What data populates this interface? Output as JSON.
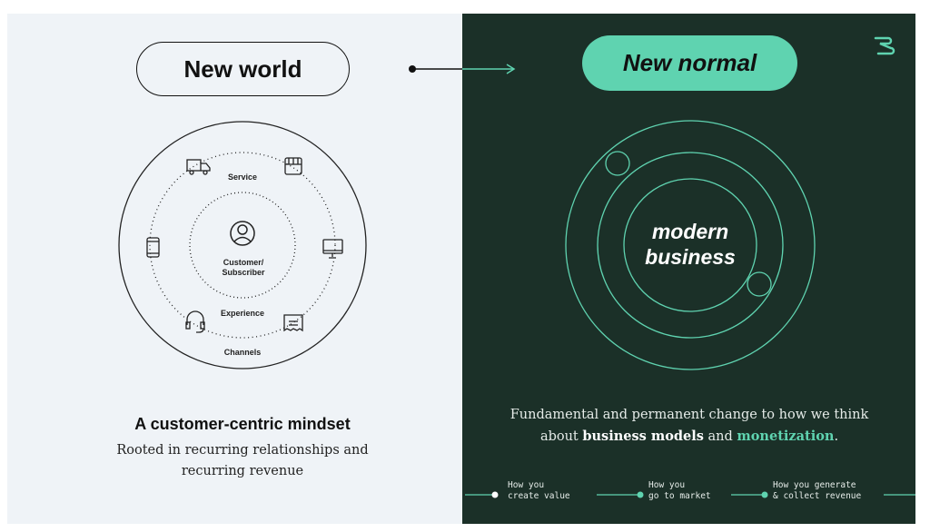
{
  "left": {
    "pill": "New world",
    "heading": "A customer-centric mindset",
    "subtitle": "Rooted in recurring relationships and recurring revenue",
    "diagram": {
      "center": "Customer/\nSubscriber",
      "center_line1": "Customer/",
      "center_line2": "Subscriber",
      "service": "Service",
      "experience": "Experience",
      "channels": "Channels",
      "icons": [
        "truck-icon",
        "store-icon",
        "phone-icon",
        "monitor-icon",
        "headset-icon",
        "receipt-icon",
        "user-icon"
      ]
    }
  },
  "right": {
    "pill": "New normal",
    "center_line1": "modern",
    "center_line2": "business",
    "text_pre": "Fundamental and permanent change to how we think about ",
    "text_bold": "business models",
    "text_and": " and ",
    "text_accent": "monetization",
    "text_end": ".",
    "steps": [
      {
        "line1": "How you",
        "line2": "create value"
      },
      {
        "line1": "How you",
        "line2": "go to market"
      },
      {
        "line1": "How you generate",
        "line2": "& collect revenue"
      }
    ]
  },
  "colors": {
    "accent": "#5fd3b0",
    "dark": "#1b3028",
    "light": "#eff3f7"
  }
}
